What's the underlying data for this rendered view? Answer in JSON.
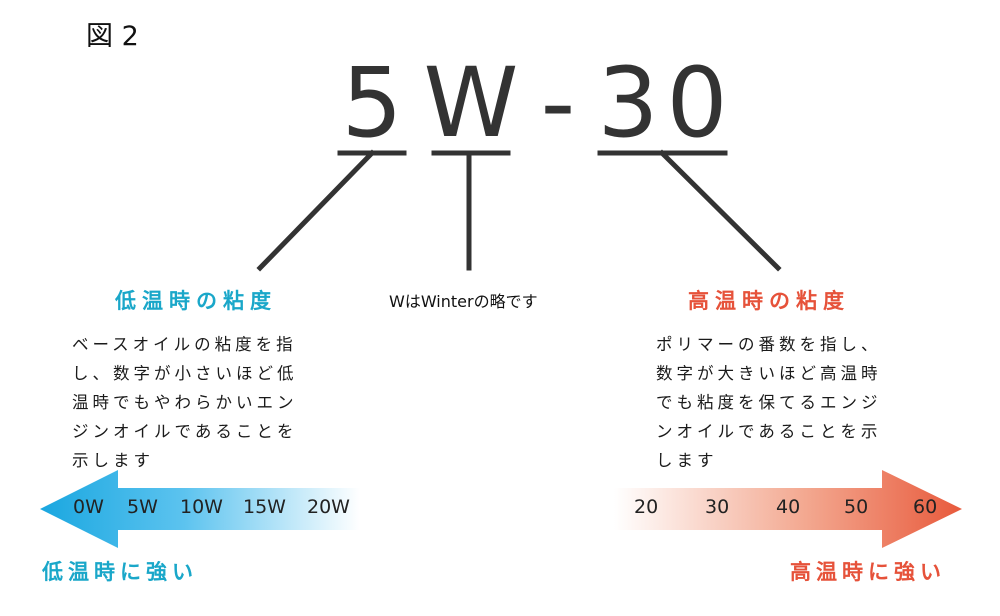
{
  "figure_label": "図 2",
  "code": {
    "parts": [
      "5",
      "W",
      "-",
      "3",
      "0"
    ]
  },
  "w_note": "WはWinterの略です",
  "low_temp": {
    "heading": "低温時の粘度",
    "description": [
      "ベースオイルの粘度を指",
      "し、数字が小さいほど低",
      "温時でもやわらかいエン",
      "ジンオイルであることを",
      "示します"
    ],
    "scale": [
      "0W",
      "5W",
      "10W",
      "15W",
      "20W"
    ],
    "footer": "低温時に強い",
    "color": "#1aa7c9"
  },
  "high_temp": {
    "heading": "高温時の粘度",
    "description": [
      "ポリマーの番数を指し、",
      "数字が大きいほど高温時",
      "でも粘度を保てるエンジ",
      "ンオイルであることを示",
      "します"
    ],
    "scale": [
      "20",
      "30",
      "40",
      "50",
      "60"
    ],
    "footer": "高温時に強い",
    "color": "#e6523a"
  },
  "line_color": "#333333"
}
